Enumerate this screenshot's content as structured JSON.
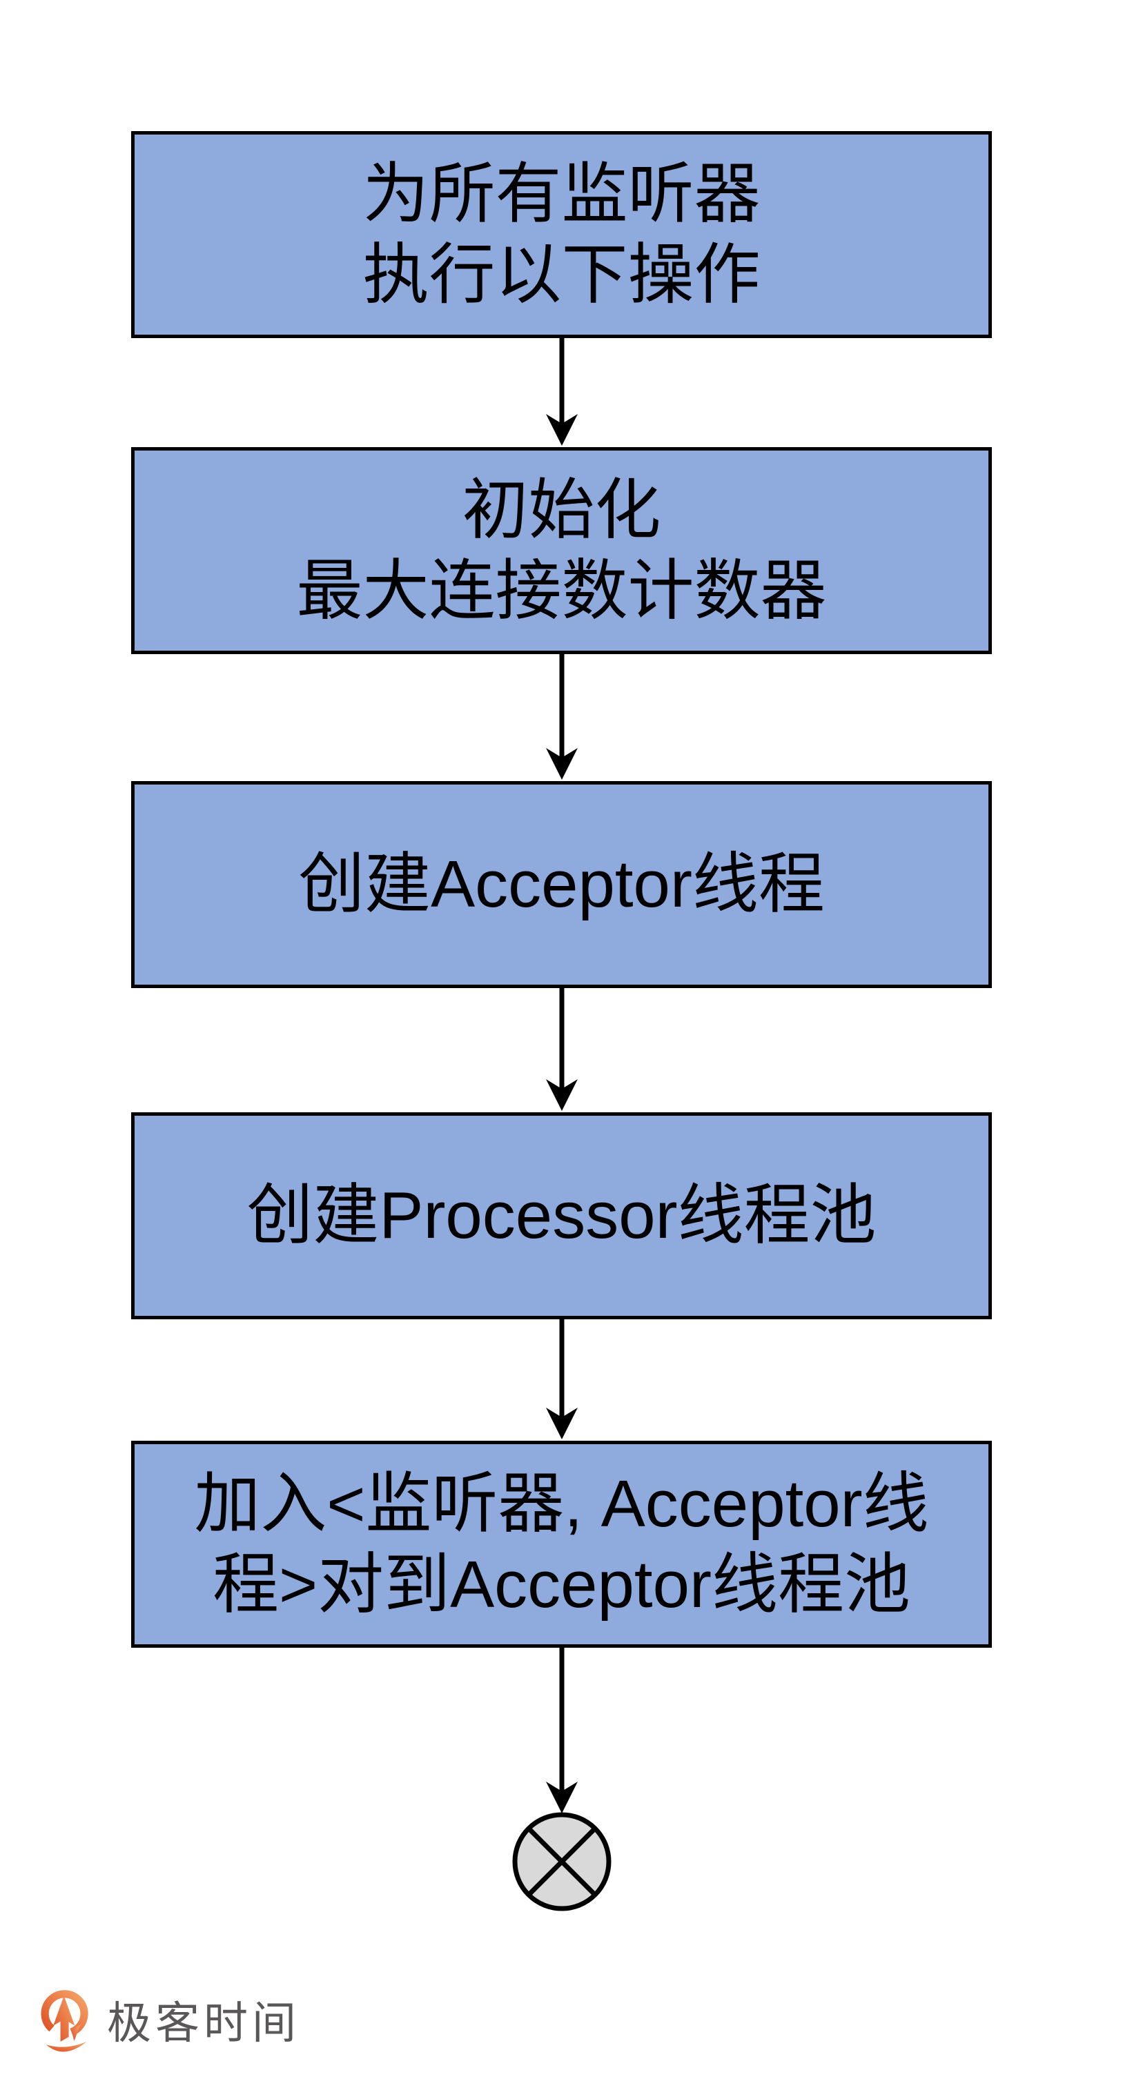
{
  "flowchart": {
    "title_implicit": "",
    "box_fill": "#8FAADC",
    "box_border": "#000000",
    "line_color": "#000000",
    "steps": [
      {
        "label": "为所有监听器\n执行以下操作"
      },
      {
        "label": "初始化\n最大连接数计数器"
      },
      {
        "label": "创建Acceptor线程"
      },
      {
        "label": "创建Processor线程池"
      },
      {
        "label": "加入<监听器, Acceptor线\n程>对到Acceptor线程池"
      }
    ],
    "terminator": {
      "symbol": "circle-cross",
      "fill": "#D9D9D9",
      "stroke": "#000000"
    }
  },
  "footer": {
    "logo_text": "极客时间",
    "logo_text_color": "#595757",
    "logo_orange_dark": "#DE4F21",
    "logo_orange_light": "#F5A469"
  }
}
